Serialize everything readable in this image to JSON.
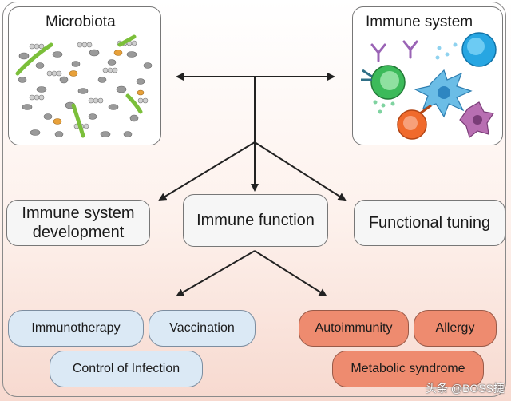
{
  "top": {
    "microbiota_title": "Microbiota",
    "immune_title": "Immune system"
  },
  "middle": {
    "box1_line1": "Immune system",
    "box1_line2": "development",
    "box2": "Immune function",
    "box3": "Functional tuning"
  },
  "outcomes": {
    "beneficial": [
      "Immunotherapy",
      "Vaccination",
      "Control of Infection"
    ],
    "harmful": [
      "Autoimmunity",
      "Allergy",
      "Metabolic syndrome"
    ]
  },
  "colors": {
    "beneficial_fill": "#dbe9f5",
    "harmful_fill": "#ee8b6f",
    "bacteria_green": "#7bbf3a",
    "bacteria_grey": "#9a9a9a",
    "bacteria_orange": "#e8a13a"
  },
  "icons": {
    "microbiota_art": "bacteria-cluster-icon",
    "immune_art": "immune-cells-icon"
  },
  "watermark": "头条 @BOSS捷"
}
